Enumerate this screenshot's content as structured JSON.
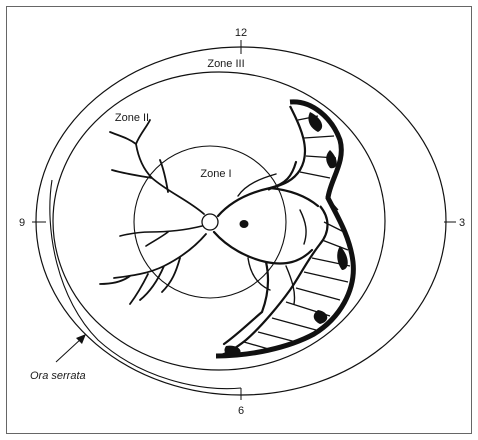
{
  "diagram": {
    "clock_labels": {
      "top": "12",
      "right": "3",
      "bottom": "6",
      "left": "9"
    },
    "zones": {
      "zone1": "Zone I",
      "zone2": "Zone II",
      "zone3": "Zone III"
    },
    "ora_serrata_label": "Ora serrata"
  }
}
